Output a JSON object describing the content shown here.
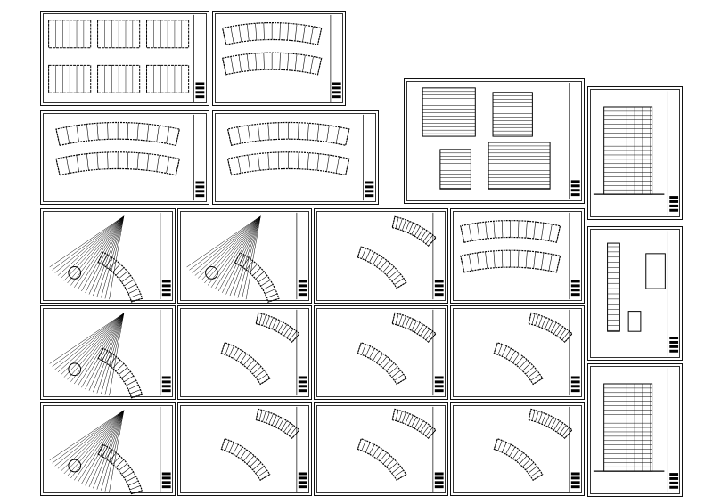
{
  "drawing_set": {
    "background": "#ffffff",
    "line_color": "#000000",
    "sheets": [
      {
        "id": "sheet-01",
        "kind": "floor-plan-grid"
      },
      {
        "id": "sheet-02",
        "kind": "curved-plan-pair"
      },
      {
        "id": "sheet-03",
        "kind": "curved-plan-pair"
      },
      {
        "id": "sheet-04",
        "kind": "curved-plan-pair"
      },
      {
        "id": "sheet-05",
        "kind": "elevations-multi"
      },
      {
        "id": "sheet-06",
        "kind": "elevation-tower"
      },
      {
        "id": "sheet-07",
        "kind": "fan-plan"
      },
      {
        "id": "sheet-08",
        "kind": "fan-plan"
      },
      {
        "id": "sheet-09",
        "kind": "arc-plan-pair"
      },
      {
        "id": "sheet-10",
        "kind": "curved-plan-pair"
      },
      {
        "id": "sheet-11",
        "kind": "section"
      },
      {
        "id": "sheet-12",
        "kind": "fan-plan"
      },
      {
        "id": "sheet-13",
        "kind": "arc-plan-pair"
      },
      {
        "id": "sheet-14",
        "kind": "arc-plan-pair"
      },
      {
        "id": "sheet-15",
        "kind": "arc-plan-pair"
      },
      {
        "id": "sheet-16",
        "kind": "fan-plan"
      },
      {
        "id": "sheet-17",
        "kind": "arc-plan-pair"
      },
      {
        "id": "sheet-18",
        "kind": "arc-plan-pair"
      },
      {
        "id": "sheet-19",
        "kind": "arc-plan-pair"
      },
      {
        "id": "sheet-20",
        "kind": "elevation-tower"
      }
    ]
  }
}
